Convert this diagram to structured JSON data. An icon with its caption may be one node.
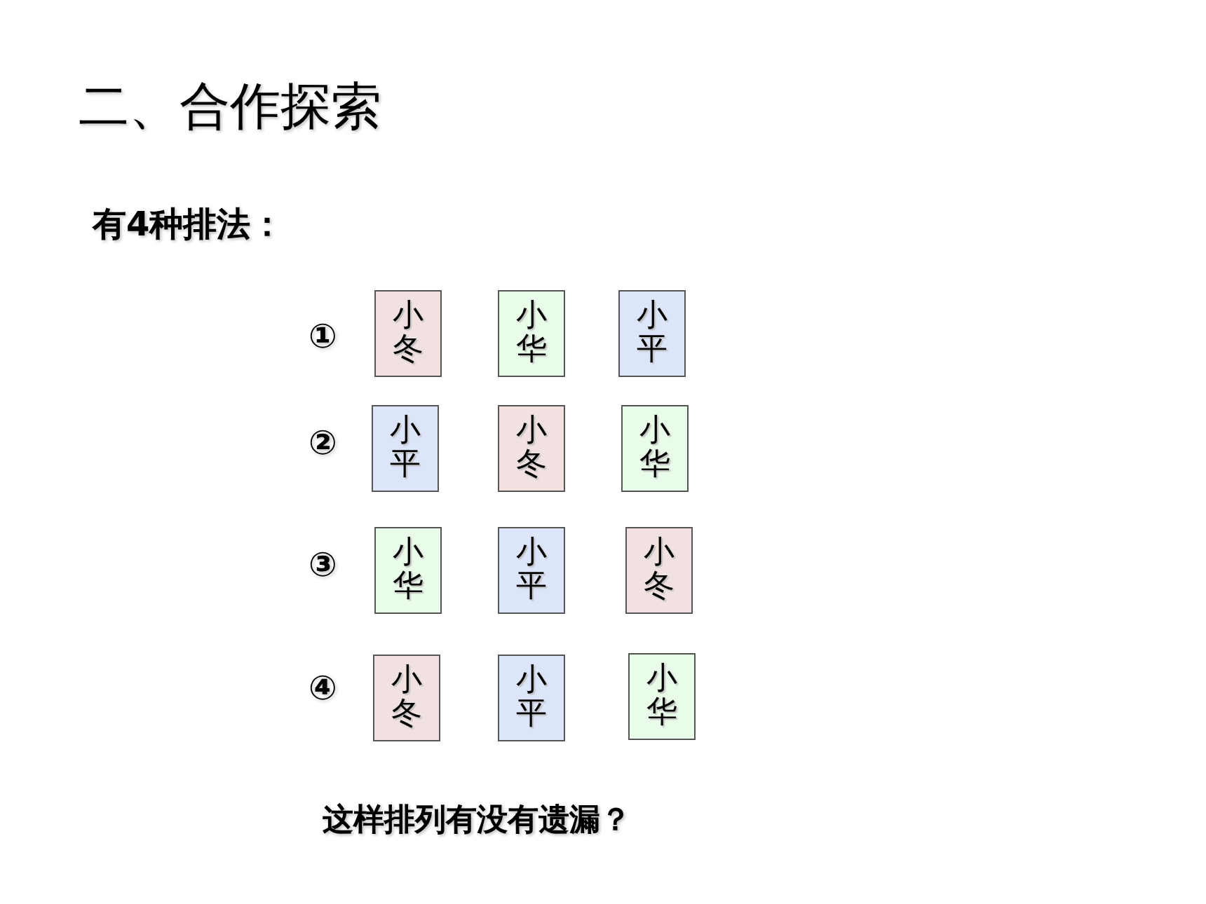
{
  "diagram": {
    "title": "二、合作探索",
    "nodes": [
      {
        "text": [
          "小冬"
        ]
      },
      {
        "text": [
          "小华"
        ]
      },
      {
        "text": [
          "小平"
        ]
      },
      {
        "text": [
          "小平"
        ]
      },
      {
        "text": [
          "小冬"
        ]
      },
      {
        "text": [
          "小华"
        ]
      },
      {
        "text": [
          "小华"
        ]
      },
      {
        "text": [
          "小平"
        ]
      },
      {
        "text": [
          "小冬"
        ]
      },
      {
        "text": [
          "小冬"
        ]
      },
      {
        "text": [
          "小平"
        ]
      },
      {
        "text": [
          "小华"
        ]
      }
    ],
    "edges": [],
    "labels": [
      "有4种排法：",
      "①",
      "②",
      "③",
      "④",
      "这样排列有没有遗漏？"
    ]
  }
}
